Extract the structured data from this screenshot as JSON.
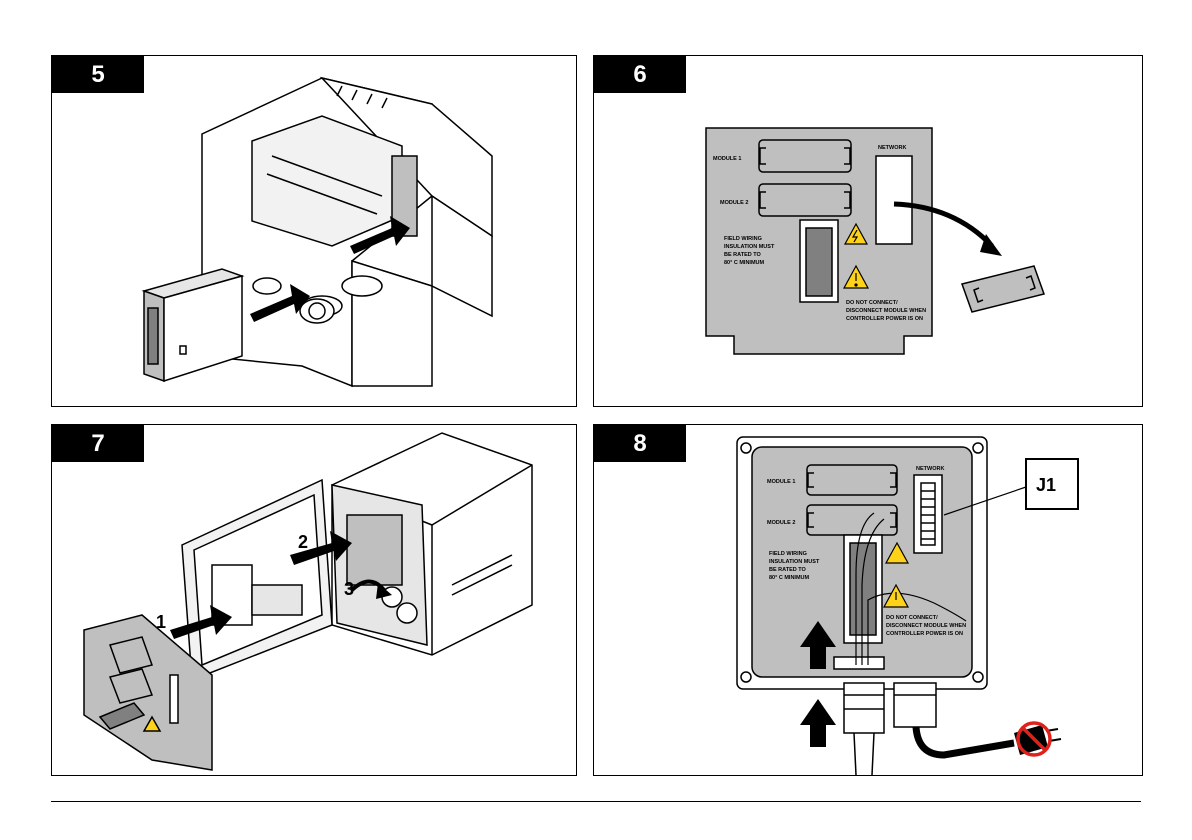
{
  "panels": [
    {
      "step": "5"
    },
    {
      "step": "6",
      "cover": {
        "module1": "MODULE 1",
        "module2": "MODULE 2",
        "network": "NETWORK",
        "field_wiring": [
          "FIELD WIRING",
          "INSULATION MUST",
          "BE RATED TO",
          "80° C MINIMUM"
        ],
        "warning": [
          "DO NOT CONNECT/",
          "DISCONNECT MODULE WHEN",
          "CONTROLLER POWER IS ON"
        ]
      }
    },
    {
      "step": "7",
      "callouts": [
        "1",
        "2",
        "3"
      ]
    },
    {
      "step": "8",
      "connector_label": "J1",
      "cover": {
        "module1": "MODULE 1",
        "module2": "MODULE 2",
        "network": "NETWORK",
        "field_wiring": [
          "FIELD WIRING",
          "INSULATION MUST",
          "BE RATED TO",
          "80° C MINIMUM"
        ],
        "warning": [
          "DO NOT CONNECT/",
          "DISCONNECT MODULE WHEN",
          "CONTROLLER POWER IS ON"
        ]
      }
    }
  ],
  "colors": {
    "ink": "#000000",
    "panel_gray": "#bfbfbf",
    "light_gray": "#d9d9d9",
    "dark_gray": "#808080",
    "no_plug_red": "#e0201b"
  }
}
